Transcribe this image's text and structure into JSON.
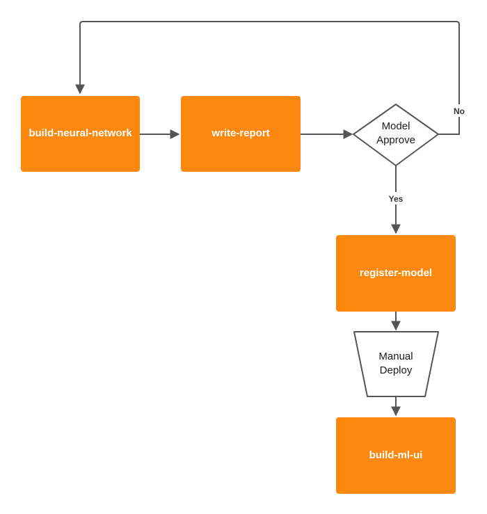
{
  "nodes": {
    "build_neural_network": "build-neural-network",
    "write_report": "write-report",
    "register_model": "register-model",
    "build_ml_ui": "build-ml-ui"
  },
  "decision": {
    "line1": "Model",
    "line2": "Approve"
  },
  "manual_step": {
    "line1": "Manual",
    "line2": "Deploy"
  },
  "edge_labels": {
    "no": "No",
    "yes": "Yes"
  },
  "colors": {
    "node_fill": "#fc880f",
    "node_text": "#ffffff",
    "edge": "#555555"
  }
}
